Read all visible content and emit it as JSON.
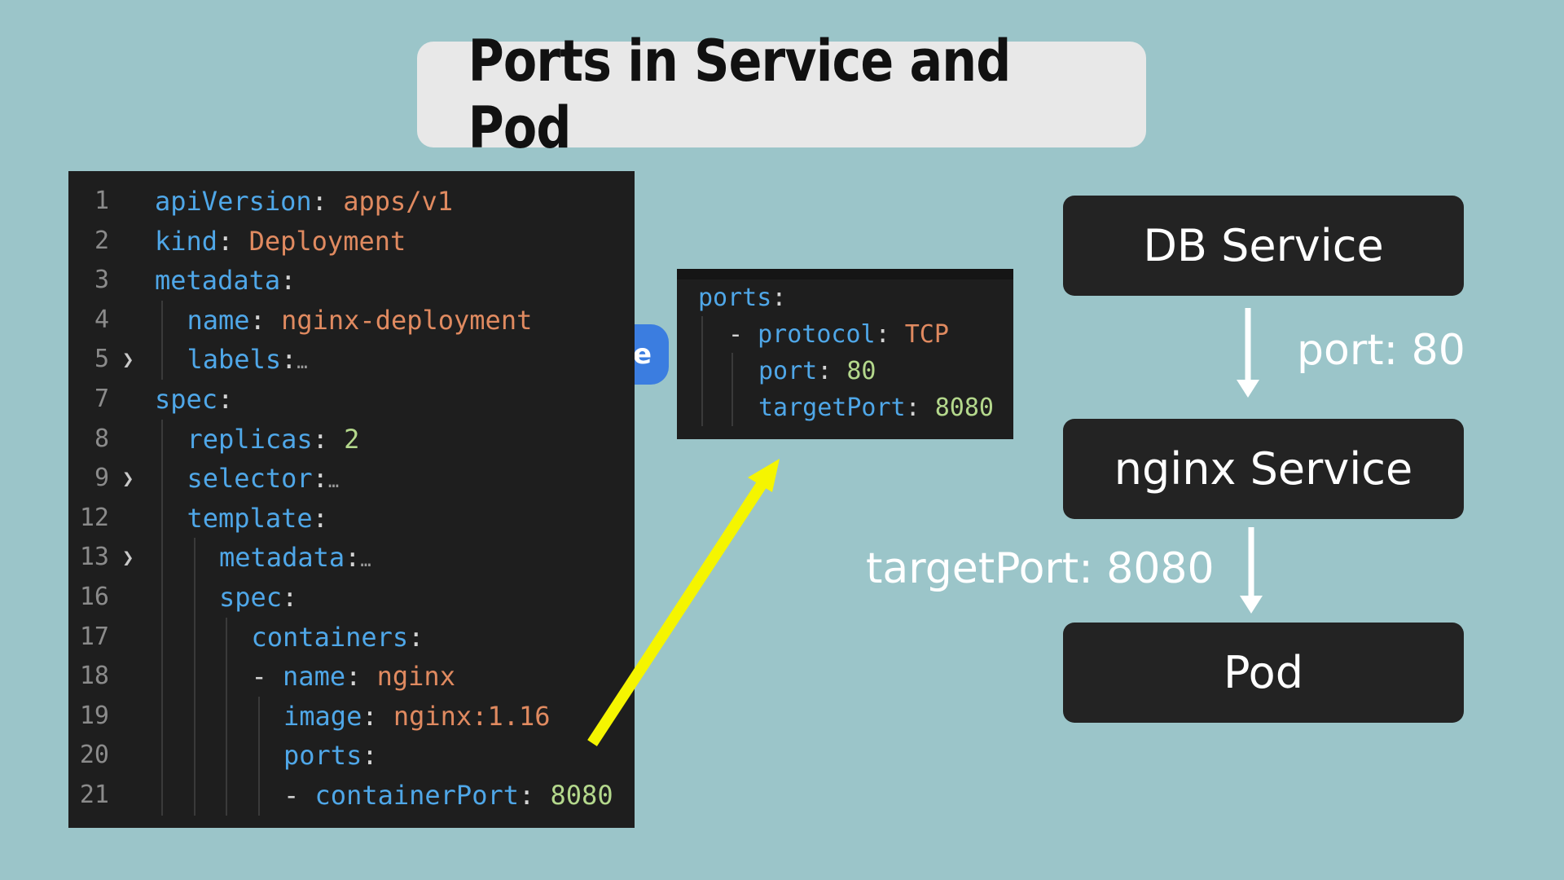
{
  "title": "Ports in Service and Pod",
  "main_code": {
    "lines": [
      {
        "num": "1",
        "fold": "",
        "indent": 0,
        "guides": 0,
        "key": "apiVersion",
        "sep": ": ",
        "val": "apps/v1",
        "val_type": "s",
        "prefix": ""
      },
      {
        "num": "2",
        "fold": "",
        "indent": 0,
        "guides": 0,
        "key": "kind",
        "sep": ": ",
        "val": "Deployment",
        "val_type": "s",
        "prefix": ""
      },
      {
        "num": "3",
        "fold": "",
        "indent": 0,
        "guides": 0,
        "key": "metadata",
        "sep": ":",
        "val": "",
        "val_type": "s",
        "prefix": ""
      },
      {
        "num": "4",
        "fold": "",
        "indent": 1,
        "guides": 1,
        "key": "name",
        "sep": ": ",
        "val": "nginx-deployment",
        "val_type": "s",
        "prefix": ""
      },
      {
        "num": "5",
        "fold": ">",
        "indent": 1,
        "guides": 1,
        "key": "labels",
        "sep": ":",
        "val": "…",
        "val_type": "dots",
        "prefix": ""
      },
      {
        "num": "7",
        "fold": "",
        "indent": 0,
        "guides": 0,
        "key": "spec",
        "sep": ":",
        "val": "",
        "val_type": "s",
        "prefix": ""
      },
      {
        "num": "8",
        "fold": "",
        "indent": 1,
        "guides": 1,
        "key": "replicas",
        "sep": ": ",
        "val": "2",
        "val_type": "n",
        "prefix": ""
      },
      {
        "num": "9",
        "fold": ">",
        "indent": 1,
        "guides": 1,
        "key": "selector",
        "sep": ":",
        "val": "…",
        "val_type": "dots",
        "prefix": ""
      },
      {
        "num": "12",
        "fold": "",
        "indent": 1,
        "guides": 1,
        "key": "template",
        "sep": ":",
        "val": "",
        "val_type": "s",
        "prefix": ""
      },
      {
        "num": "13",
        "fold": ">",
        "indent": 2,
        "guides": 2,
        "key": "metadata",
        "sep": ":",
        "val": "…",
        "val_type": "dots",
        "prefix": ""
      },
      {
        "num": "16",
        "fold": "",
        "indent": 2,
        "guides": 2,
        "key": "spec",
        "sep": ":",
        "val": "",
        "val_type": "s",
        "prefix": ""
      },
      {
        "num": "17",
        "fold": "",
        "indent": 3,
        "guides": 3,
        "key": "containers",
        "sep": ":",
        "val": "",
        "val_type": "s",
        "prefix": ""
      },
      {
        "num": "18",
        "fold": "",
        "indent": 3,
        "guides": 3,
        "key": "name",
        "sep": ": ",
        "val": "nginx",
        "val_type": "s",
        "prefix": "- "
      },
      {
        "num": "19",
        "fold": "",
        "indent": 4,
        "guides": 4,
        "key": "image",
        "sep": ": ",
        "val": "nginx:1.16",
        "val_type": "s",
        "prefix": ""
      },
      {
        "num": "20",
        "fold": "",
        "indent": 4,
        "guides": 4,
        "key": "ports",
        "sep": ":",
        "val": "",
        "val_type": "s",
        "prefix": ""
      },
      {
        "num": "21",
        "fold": "",
        "indent": 4,
        "guides": 4,
        "key": "containerPort",
        "sep": ": ",
        "val": "8080",
        "val_type": "n",
        "prefix": "- "
      }
    ]
  },
  "snippet_code": {
    "lines": [
      {
        "indent": 0,
        "guides": 0,
        "key": "ports",
        "sep": ":",
        "val": "",
        "val_type": "s",
        "prefix": ""
      },
      {
        "indent": 1,
        "guides": 1,
        "key": "protocol",
        "sep": ": ",
        "val": "TCP",
        "val_type": "s",
        "prefix": "- "
      },
      {
        "indent": 2,
        "guides": 2,
        "key": "port",
        "sep": ": ",
        "val": "80",
        "val_type": "n",
        "prefix": ""
      },
      {
        "indent": 2,
        "guides": 2,
        "key": "targetPort",
        "sep": ": ",
        "val": "8080",
        "val_type": "n",
        "prefix": ""
      }
    ]
  },
  "tab_fragment": "e",
  "diagram": {
    "boxes": [
      "DB Service",
      "nginx Service",
      "Pod"
    ],
    "port_label": "port: 80",
    "target_port_label": "targetPort: 8080"
  },
  "colors": {
    "background": "#9bc5c9",
    "code_bg": "#1e1e1e",
    "key": "#4fa7e8",
    "string": "#e08a60",
    "number": "#b4d88c",
    "box": "#232323",
    "arrow_highlight": "#f5f500"
  }
}
